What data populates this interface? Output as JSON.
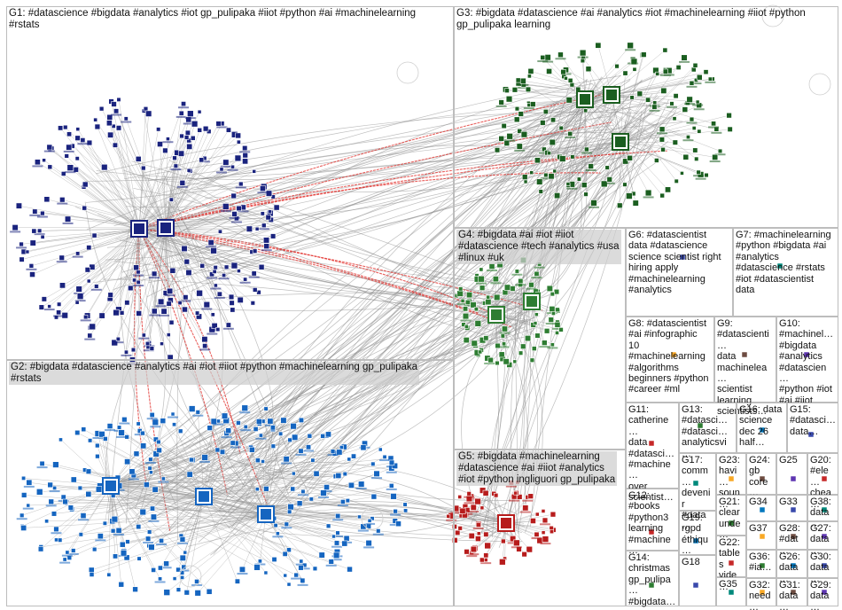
{
  "groups": [
    {
      "id": "G1",
      "label": "G1: #datascience #bigdata #analytics #iot gp_pulipaka #iiot #python #ai #machinelearning\n#rstats",
      "color": "#1a237e"
    },
    {
      "id": "G2",
      "label": "G2: #bigdata #datascience #analytics #ai #iot #iiot #python #machinelearning gp_pulipaka\n#rstats",
      "color": "#1565c0"
    },
    {
      "id": "G3",
      "label": "G3: #bigdata #datascience #ai #analytics #iot #machinelearning #iiot #python\ngp_pulipaka learning",
      "color": "#1b5e20"
    },
    {
      "id": "G4",
      "label": "G4: #bigdata #ai #iot #iiot\n#datascience #tech #analytics #usa\n#linux #uk",
      "color": "#2e7d32"
    },
    {
      "id": "G5",
      "label": "G5: #bigdata #machinelearning\n#datascience #ai #iiot #analytics\n#iot #python ingliguori gp_pulipaka",
      "color": "#b71c1c"
    },
    {
      "id": "G6",
      "label": "G6: #datascientist\ndata #datascience\nscience scientist right\nhiring apply\n#machinelearning\n#analytics"
    },
    {
      "id": "G7",
      "label": "G7: #machinelearning\n#python #bigdata #ai\n#analytics\n#datascience #rstats\n#iot #datascientist\ndata"
    },
    {
      "id": "G8",
      "label": "G8: #datascientist\n#ai #infographic\n10\n#machinelearning\n#algorithms\nbeginners #python\n#career #ml"
    },
    {
      "id": "G9",
      "label": "G9:\n#datascienti…\ndata\nmachinelea…\nscientist\nlearning\nscientists…"
    },
    {
      "id": "G10",
      "label": "G10:\n#machinel…\n#bigdata\n#analytics\n#datascien…\n#python #iot\n#ai #iiot"
    },
    {
      "id": "G11",
      "label": "G11:\ncatherine…\ndata\n#datasci…\n#machine…\nover\nscientist…"
    },
    {
      "id": "G12",
      "label": "G12:\n#books\n#python3\nlearning\n#machine…"
    },
    {
      "id": "G13",
      "label": "G13:\n#datasci…\n#datasci…\nanalyticsvi…"
    },
    {
      "id": "G14",
      "label": "G14:\nchristmas\ngp_pulipa…\n#bigdata…"
    },
    {
      "id": "G15",
      "label": "G15:\n#datasci…\ndata…"
    },
    {
      "id": "G16",
      "label": "G16: data\nscience\ndec 26\nhalf…"
    },
    {
      "id": "G17",
      "label": "G17:\ncomm…\ndevenir\n#data…"
    },
    {
      "id": "G18",
      "label": "G18"
    },
    {
      "id": "G19",
      "label": "G19:\nrgpd\néthiqu…"
    },
    {
      "id": "G20",
      "label": "G20:\n#ele…\nchea…"
    },
    {
      "id": "G21",
      "label": "G21:\nclear\nunde…"
    },
    {
      "id": "G22",
      "label": "G22:\ntables\nvide…"
    },
    {
      "id": "G23",
      "label": "G23:\nhavi…\nsoun…"
    },
    {
      "id": "G24",
      "label": "G24:\ngb\ncore…"
    },
    {
      "id": "G25",
      "label": "G25"
    },
    {
      "id": "G26",
      "label": "G26:\ndata…"
    },
    {
      "id": "G27",
      "label": "G27:\ndata…"
    },
    {
      "id": "G28",
      "label": "G28:\n#dat…"
    },
    {
      "id": "G29",
      "label": "G29:\ndata…"
    },
    {
      "id": "G30",
      "label": "G30:\ndata…"
    },
    {
      "id": "G31",
      "label": "G31:\ndata…"
    },
    {
      "id": "G32",
      "label": "G32:\nneed…"
    },
    {
      "id": "G33",
      "label": "G33"
    },
    {
      "id": "G34",
      "label": "G34"
    },
    {
      "id": "G35",
      "label": "G35"
    },
    {
      "id": "G36",
      "label": "G36:\n#ia…"
    },
    {
      "id": "G37",
      "label": "G37"
    },
    {
      "id": "G38",
      "label": "G38:\ndata…"
    }
  ],
  "colors": {
    "edge": "#8a8a8a",
    "highlight_edge": "#e0201b",
    "hub_fill": "#ffffff",
    "frame": "#bdbdbd"
  }
}
